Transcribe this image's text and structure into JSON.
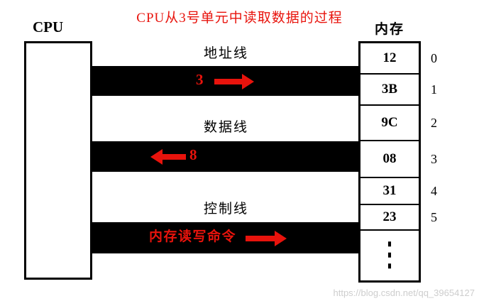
{
  "title": "CPU从3号单元中读取数据的过程",
  "cpu": {
    "label": "CPU"
  },
  "memory": {
    "label": "内存",
    "ellipsis": "⋮",
    "cells": [
      {
        "value": "12",
        "address": "0"
      },
      {
        "value": "3B",
        "address": "1"
      },
      {
        "value": "9C",
        "address": "2"
      },
      {
        "value": "08",
        "address": "3"
      },
      {
        "value": "31",
        "address": "4"
      },
      {
        "value": "23",
        "address": "5"
      }
    ]
  },
  "buses": [
    {
      "label": "地址线",
      "annotation": "3",
      "direction": "right"
    },
    {
      "label": "数据线",
      "annotation": "8",
      "direction": "left"
    },
    {
      "label": "控制线",
      "annotation": "内存读写命令",
      "direction": "right"
    }
  ],
  "watermark": "https://blog.csdn.net/qq_39654127",
  "colors": {
    "annotation_red": "#e8130c",
    "bus_black": "#000000",
    "watermark_gray": "#c8c8c8"
  }
}
